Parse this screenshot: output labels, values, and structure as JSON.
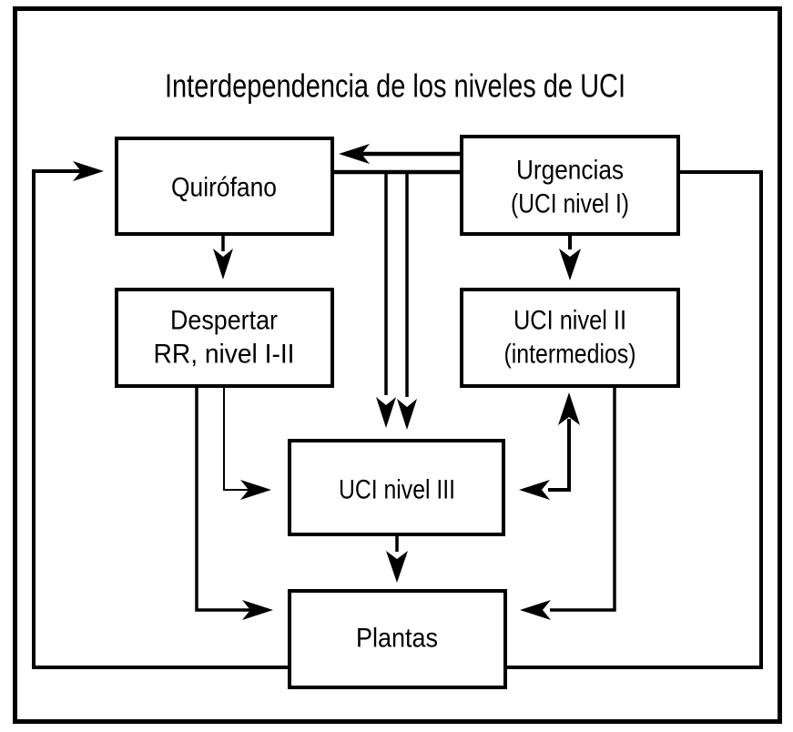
{
  "title": "Interdependencia de los niveles de UCI",
  "nodes": {
    "quirofano": {
      "lines": [
        "Quirófano"
      ]
    },
    "urgencias": {
      "lines": [
        "Urgencias",
        "(UCI nivel I)"
      ]
    },
    "despertar": {
      "lines": [
        "Despertar",
        "RR, nivel I-II"
      ]
    },
    "uci_nivel_2": {
      "lines": [
        "UCI nivel II",
        "(intermedios)"
      ]
    },
    "uci_nivel_3": {
      "lines": [
        "UCI nivel III"
      ]
    },
    "plantas": {
      "lines": [
        "Plantas"
      ]
    }
  },
  "edges": [
    {
      "from": "Urgencias (UCI nivel I)",
      "to": "Quirófano"
    },
    {
      "from": "Plantas",
      "to": "Quirófano"
    },
    {
      "from": "Quirófano",
      "to": "Despertar RR, nivel I-II"
    },
    {
      "from": "Urgencias (UCI nivel I)",
      "to": "UCI nivel II (intermedios)"
    },
    {
      "from": "Quirófano",
      "to": "UCI nivel III"
    },
    {
      "from": "Urgencias (UCI nivel I)",
      "to": "UCI nivel III"
    },
    {
      "from": "Despertar RR, nivel I-II",
      "to": "UCI nivel III"
    },
    {
      "from": "UCI nivel II (intermedios)",
      "to": "UCI nivel III",
      "bidirectional": true
    },
    {
      "from": "UCI nivel III",
      "to": "Plantas"
    },
    {
      "from": "Despertar RR, nivel I-II",
      "to": "Plantas"
    },
    {
      "from": "UCI nivel II (intermedios)",
      "to": "Plantas"
    },
    {
      "from": "Plantas",
      "to": "Urgencias (UCI nivel I)",
      "arrowhead": false
    }
  ],
  "colors": {
    "ink": "#000000",
    "paper": "#ffffff"
  }
}
